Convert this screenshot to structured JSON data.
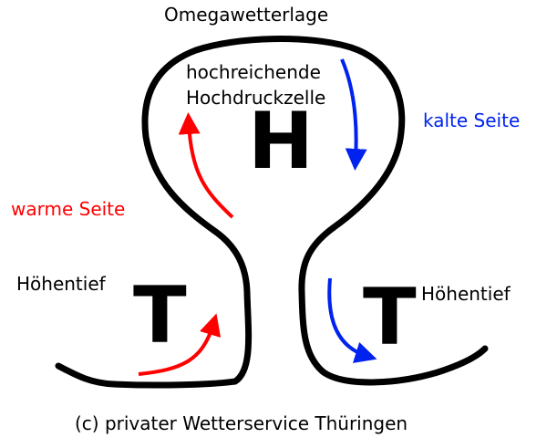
{
  "title": "Omegawetterlage",
  "high_label": [
    "hochreichende",
    "Hochdruckzelle"
  ],
  "high_symbol": "H",
  "low_symbol": "T",
  "cold_side": "kalte Seite",
  "warm_side": "warme Seite",
  "low_left_label": "Höhentief",
  "low_right_label": "Höhentief",
  "caption": "(c) privater Wetterservice Thüringen",
  "colors": {
    "warm": "#ff0000",
    "cold": "#0022ee",
    "outline": "#000000"
  }
}
